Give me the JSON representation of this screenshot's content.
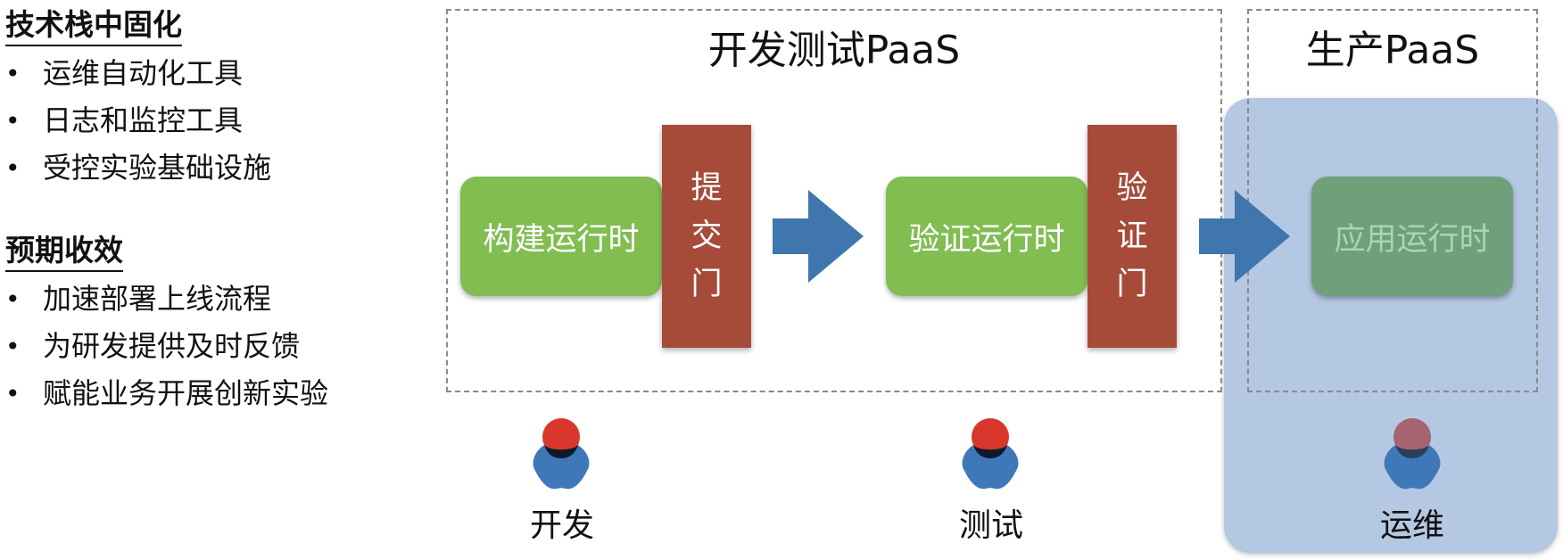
{
  "left_panel": {
    "sections": [
      {
        "heading": "技术栈中固化",
        "items": [
          "运维自动化工具",
          "日志和监控工具",
          "受控实验基础设施"
        ]
      },
      {
        "heading": "预期收效",
        "items": [
          "加速部署上线流程",
          "为研发提供及时反馈",
          "赋能业务开展创新实验"
        ]
      }
    ],
    "bullet": "•"
  },
  "devtest_paas": {
    "title": "开发测试PaaS"
  },
  "prod_paas": {
    "title": "生产PaaS"
  },
  "runtimes": {
    "build": "构建运行时",
    "verify": "验证运行时",
    "app": "应用运行时"
  },
  "gates": {
    "commit": [
      "提",
      "交",
      "门"
    ],
    "verify": [
      "验",
      "证",
      "门"
    ]
  },
  "roles": {
    "dev": "开发",
    "test": "测试",
    "ops": "运维"
  },
  "colors": {
    "runtime_green": "#82bd52",
    "gate_red": "#a64b3a",
    "arrow_blue": "#3f76ad",
    "ops_panel": "#b4c7e3",
    "avatar_head_red": "#d9372b",
    "avatar_body_blue": "#3f78b8"
  },
  "icons": [
    "right-arrow-icon",
    "person-icon"
  ]
}
